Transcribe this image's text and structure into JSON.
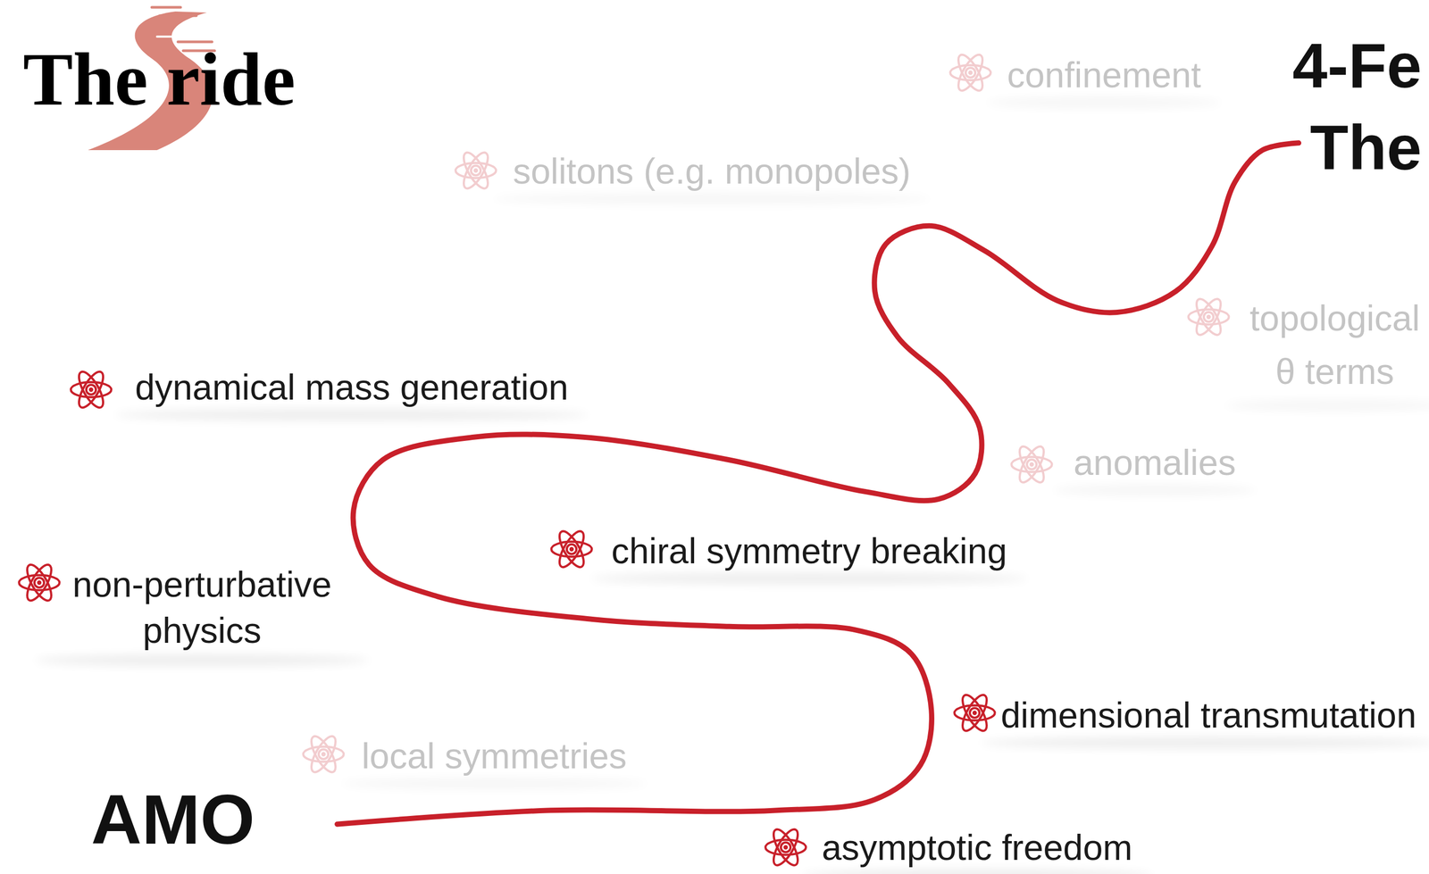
{
  "diagram": {
    "title": "The ride",
    "labels": [
      "4-Fe",
      "The",
      "confinement",
      "solitons (e.g. monopoles)",
      "topological θ terms",
      "dynamical mass generation",
      "anomalies",
      "chiral symmetry breaking",
      "non-perturbative physics",
      "dimensional transmutation",
      "local symmetries",
      "AMO",
      "asymptotic freedom"
    ]
  }
}
